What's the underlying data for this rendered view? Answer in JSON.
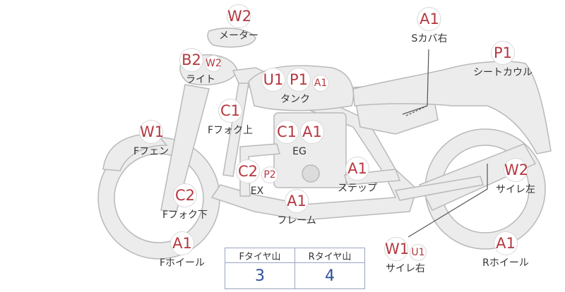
{
  "parts": [
    {
      "codes": [
        "W2"
      ],
      "small": [],
      "label": "メーター"
    },
    {
      "codes": [
        "B2"
      ],
      "small": [
        "W2"
      ],
      "label": "ライト"
    },
    {
      "codes": [
        "U1",
        "P1"
      ],
      "small": [
        "A1"
      ],
      "label": "タンク"
    },
    {
      "codes": [
        "A1"
      ],
      "small": [],
      "label": "Sカバ右"
    },
    {
      "codes": [
        "P1"
      ],
      "small": [],
      "label": "シートカウル"
    },
    {
      "codes": [
        "C1"
      ],
      "small": [],
      "label": "Fフォク上"
    },
    {
      "codes": [
        "W1"
      ],
      "small": [],
      "label": "Fフェン"
    },
    {
      "codes": [
        "C1",
        "A1"
      ],
      "small": [],
      "label": "EG"
    },
    {
      "codes": [
        "C2"
      ],
      "small": [
        "P2"
      ],
      "label": "EX"
    },
    {
      "codes": [
        "A1"
      ],
      "small": [],
      "label": "ステップ"
    },
    {
      "codes": [
        "W2"
      ],
      "small": [],
      "label": "サイレ左"
    },
    {
      "codes": [
        "C2"
      ],
      "small": [],
      "label": "Fフォク下"
    },
    {
      "codes": [
        "A1"
      ],
      "small": [],
      "label": "フレーム"
    },
    {
      "codes": [
        "A1"
      ],
      "small": [],
      "label": "Fホイール"
    },
    {
      "codes": [
        "W1"
      ],
      "small": [
        "U1"
      ],
      "label": "サイレ右"
    },
    {
      "codes": [
        "A1"
      ],
      "small": [],
      "label": "Rホイール"
    }
  ],
  "tires": {
    "front_label": "Fタイヤ山",
    "rear_label": "Rタイヤ山",
    "front_value": "3",
    "rear_value": "4"
  },
  "colors": {
    "code": "#b5373f",
    "value": "#2c4f99",
    "bike_fill": "#ececec",
    "bike_stroke": "#b9b9b9"
  }
}
